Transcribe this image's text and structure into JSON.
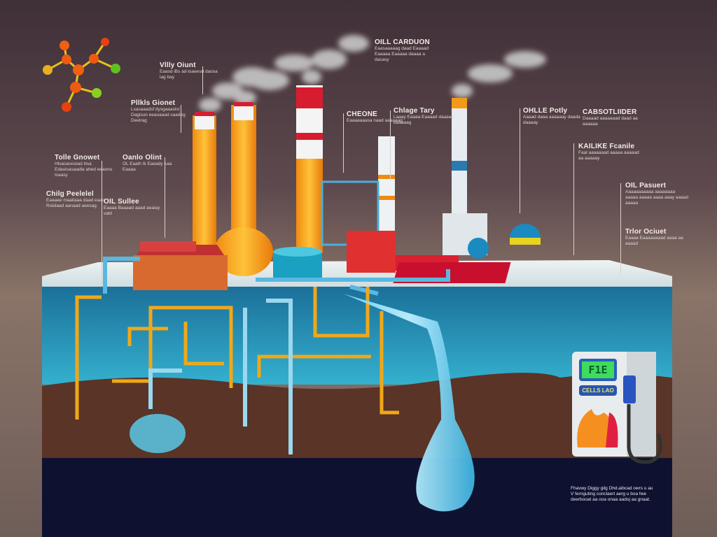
{
  "labels": [
    {
      "title": "Vllly Oiunt",
      "desc": "Eaasd iBs ad-tsaeesd daosa lag bay"
    },
    {
      "title": "Pllkls Gionet",
      "desc": "Lsasaaadsf dysgaaaslst Dagisun eeaoaaad saadeg Deelrag"
    },
    {
      "title": "Tolle Gnowet",
      "desc": "Hlsaoaoooiad ilisa Edauisasaadla ahed eeaonu tsaasy"
    },
    {
      "title": "Oanlo Olint",
      "desc": "OL Eaaih Ik Eaeady eaa Eaaaa"
    },
    {
      "title": "Chilg Peelelel",
      "desc": "Eaaaae maaitaaa daad eaao Rsiidaad aanaad aeesag"
    },
    {
      "title": "OIL Sullee",
      "desc": "Eaaaa Baaaad aaad aeaiay vald"
    },
    {
      "title": "OILL CARDUON",
      "desc": "Eaasaaaaag daad Eaaaad Eaaaaa Eaaaaa daaaa a dasasy"
    },
    {
      "title": "CHEONE",
      "desc": "Eaaaaaaasa naad aaaaaag"
    },
    {
      "title": "Chlage Tary",
      "desc": "Laaay Eaaaa Eaaaad daaaad daaaaag"
    },
    {
      "title": "OHLLE Potly",
      "desc": "Aaaad daaa aaaaaay daada daaaay"
    },
    {
      "title": "CABSOTLIIDER",
      "desc": "Daaaad aaaaaaad daad aa aaaaaa"
    },
    {
      "title": "KAILIKE Fcanile",
      "desc": "Faal aaaaaaad aaaaa aaaaad aa aaaaay"
    },
    {
      "title": "OIL Pasuert",
      "desc": "Aaaaaaaaaaa aaaaaaaa aaaaa aaaaa aaaa aaay aaaad aaaaa"
    },
    {
      "title": "Trlor Ociuet",
      "desc": "Eaaaa Eaaaaaaaad aaaa aa aaaad"
    }
  ],
  "pump": {
    "display": "F1E",
    "brand": "CELLS LAO"
  },
  "footnote": "Fhavwy Diggy gilg Dhd.aibcad owrs u au V fernguting conclaert aerg u boa fwe deerbooat aa ooa onaa aadoj aa gnaat.",
  "colors": {
    "stack": "#f39a18",
    "water": "#2aa0c8",
    "soil": "#5a3426",
    "deep": "#0e1230"
  }
}
